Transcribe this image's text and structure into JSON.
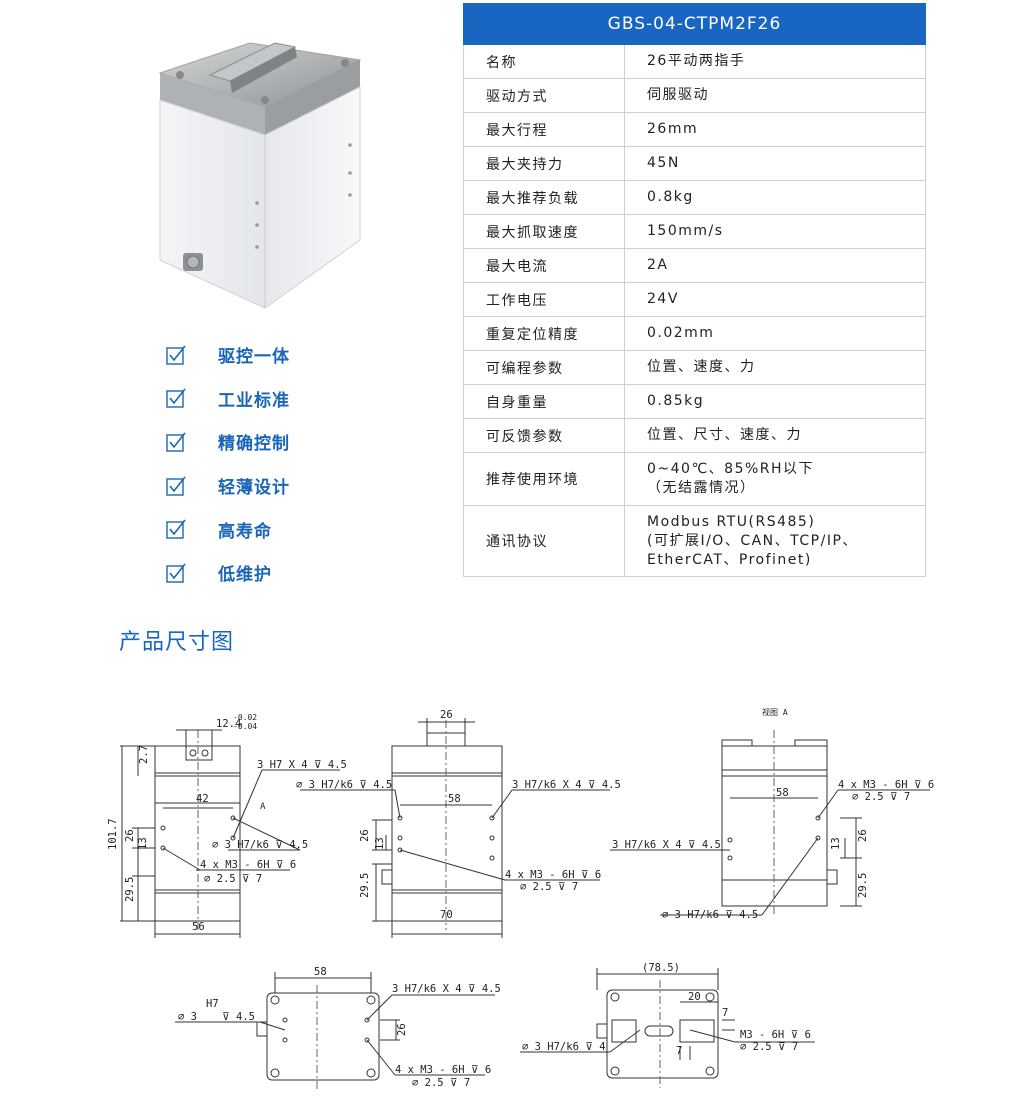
{
  "table": {
    "title": "GBS-04-CTPM2F26",
    "rows": [
      {
        "key": "名称",
        "value": "26平动两指手"
      },
      {
        "key": "驱动方式",
        "value": "伺服驱动"
      },
      {
        "key": "最大行程",
        "value": "26mm"
      },
      {
        "key": "最大夹持力",
        "value": "45N"
      },
      {
        "key": "最大推荐负载",
        "value": "0.8kg"
      },
      {
        "key": "最大抓取速度",
        "value": "150mm/s"
      },
      {
        "key": "最大电流",
        "value": "2A"
      },
      {
        "key": "工作电压",
        "value": "24V"
      },
      {
        "key": "重复定位精度",
        "value": "0.02mm"
      },
      {
        "key": "可编程参数",
        "value": "位置、速度、力"
      },
      {
        "key": "自身重量",
        "value": "0.85kg"
      },
      {
        "key": "可反馈参数",
        "value": "位置、尺寸、速度、力"
      },
      {
        "key": "推荐使用环境",
        "value_lines": [
          "0~40℃、85%RH以下",
          "（无结露情况）"
        ]
      },
      {
        "key": "通讯协议",
        "value_lines": [
          "Modbus RTU(RS485)",
          "(可扩展I/O、CAN、TCP/IP、",
          "EtherCAT、Profinet)"
        ]
      }
    ]
  },
  "features": [
    "驱控一体",
    "工业标准",
    "精确控制",
    "轻薄设计",
    "高寿命",
    "低维护"
  ],
  "section_title": "产品尺寸图",
  "drawing": {
    "view_a": "视图 A",
    "arrow_a": "A",
    "d_12_4": "12.4",
    "d_tol_hi": "-0.02",
    "d_tol_lo": "-0.04",
    "d_2_7": "2.7",
    "d_101_7": "101.7",
    "d_26": "26",
    "d_13": "13",
    "d_29_5": "29.5",
    "d_42": "42",
    "d_56": "56",
    "d_58": "58",
    "d_70": "70",
    "d_78_5": "(78.5)",
    "d_20": "20",
    "d_7": "7",
    "note_3h7x4": "3 H7 X 4 ⊽ 4.5",
    "note_3h7k6x4": "3 H7/k6 X 4 ⊽ 4.5",
    "note_phi3h7k6": "⌀ 3 H7/k6 ⊽ 4.5",
    "note_phi3h7k6_4": "⌀ 3 H7/k6 ⊽ 4",
    "note_4xm3": "4 x M3 - 6H ⊽ 6",
    "note_m3": "M3 - 6H ⊽ 6",
    "note_phi25": "⌀ 2.5 ⊽ 7",
    "note_h7": "H7",
    "note_phi3": "⌀ 3",
    "note_depth45": "⊽ 4.5",
    "colors": {
      "line": "#333333",
      "accent": "#1966c2"
    }
  }
}
